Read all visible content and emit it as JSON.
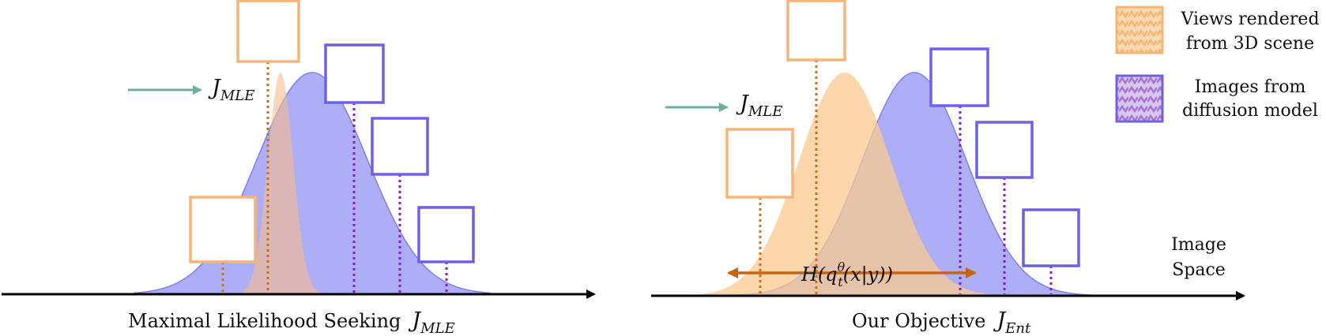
{
  "left_panel": {
    "caption": "Maximal Likelihood Seeking",
    "caption_symbol": "J",
    "caption_symbol_sub": "MLE",
    "pointer_symbol": "J",
    "pointer_symbol_sub": "MLE"
  },
  "right_panel": {
    "caption": "Our Objective",
    "caption_symbol": "J",
    "caption_symbol_sub": "Ent",
    "pointer_symbol": "J",
    "pointer_symbol_sub": "MLE",
    "entropy_label": "H(q",
    "entropy_sup": "θ",
    "entropy_sub": "t",
    "entropy_rest": "(x|y))",
    "axis_label_line1": "Image",
    "axis_label_line2": "Space"
  },
  "legend": {
    "item1_line1": "Views rendered",
    "item1_line2": "from 3D scene",
    "item2_line1": "Images from",
    "item2_line2": "diffusion model"
  },
  "colors": {
    "orange_fill": "#f9c98f",
    "orange_box": "#f5b57a",
    "orange_dots": "#c8711e",
    "blue_fill": "#8f8ff2",
    "blue_box": "#6f60e6",
    "purple_dots": "#8a1ad6",
    "green_arrow": "#6fae9c",
    "entropy_arrow": "#c8640f",
    "axis": "#000000"
  }
}
